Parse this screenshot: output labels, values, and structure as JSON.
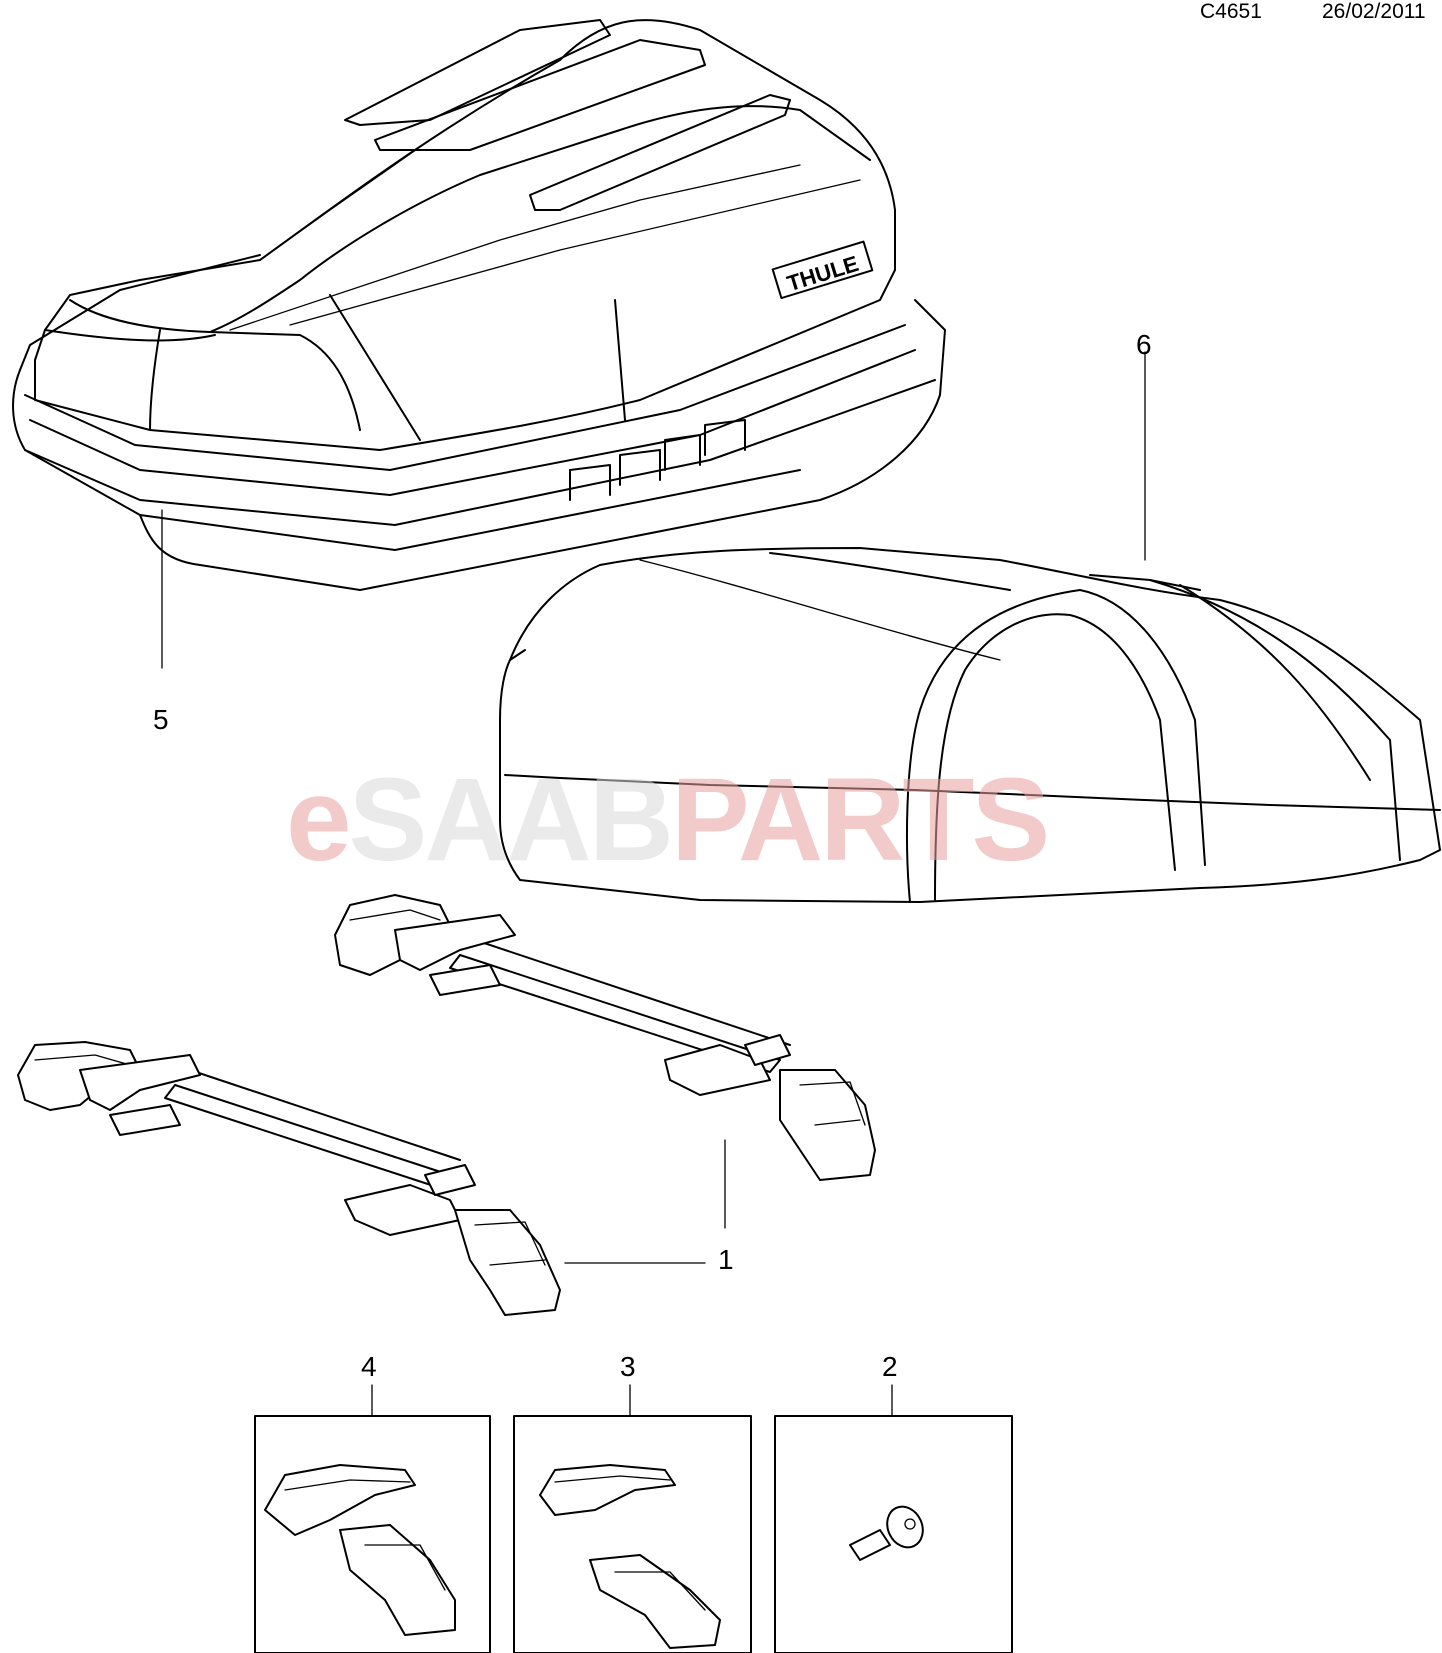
{
  "header": {
    "drawing_number": "C4651",
    "date": "26/02/2011"
  },
  "watermark": {
    "part1": "e",
    "part2": "SAAB",
    "part3": "PARTS",
    "colors": {
      "e": "#e8a0a0",
      "saab": "#d9d9d9",
      "parts": "#e8a0a0"
    }
  },
  "callouts": [
    {
      "id": "roof-box",
      "label": "5"
    },
    {
      "id": "box-cover",
      "label": "6"
    },
    {
      "id": "roof-rack-bar",
      "label": "1"
    },
    {
      "id": "foot-kit-a",
      "label": "4"
    },
    {
      "id": "foot-kit-b",
      "label": "3"
    },
    {
      "id": "lock-bolt",
      "label": "2"
    }
  ],
  "brand_logo": "THULE"
}
